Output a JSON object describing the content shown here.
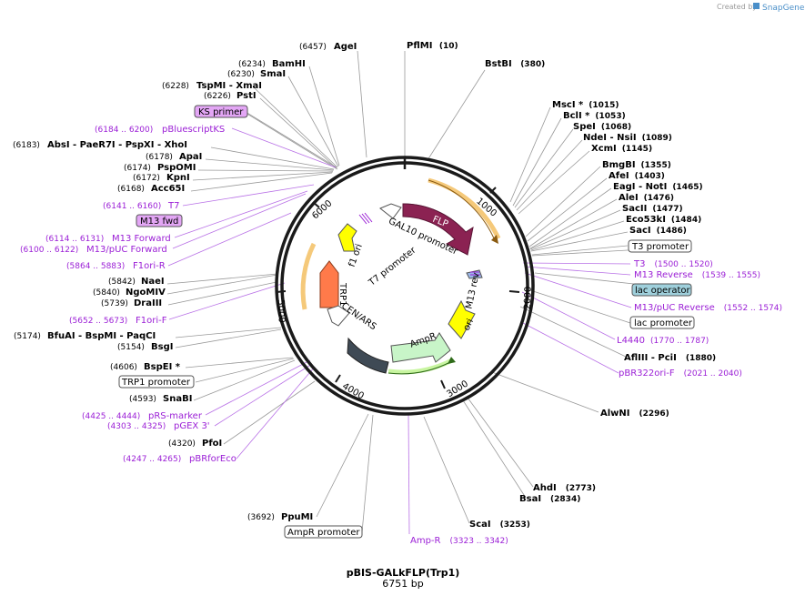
{
  "credit": {
    "prefix": "Created by",
    "brand": "SnapGene"
  },
  "plasmid": {
    "name": "pBIS-GALkFLP(Trp1)",
    "length_label": "6751 bp"
  },
  "ticks": [
    "1000",
    "2000",
    "3000",
    "4000",
    "5000",
    "6000"
  ],
  "sites": [
    {
      "name": "PflMI",
      "pos": "(10)"
    },
    {
      "name": "AgeI",
      "pos": "(6457)"
    },
    {
      "name": "BstBI",
      "pos": "(380)"
    },
    {
      "name": "BamHI",
      "pos": "(6234)"
    },
    {
      "name": "SmaI",
      "pos": "(6230)"
    },
    {
      "name": "TspMI - XmaI",
      "pos": "(6228)"
    },
    {
      "name": "PstI",
      "pos": "(6226)"
    },
    {
      "name": "AbsI - PaeR7I - PspXI - XhoI",
      "pos": "(6183)"
    },
    {
      "name": "ApaI",
      "pos": "(6178)"
    },
    {
      "name": "PspOMI",
      "pos": "(6174)"
    },
    {
      "name": "KpnI",
      "pos": "(6172)"
    },
    {
      "name": "Acc65I",
      "pos": "(6168)"
    },
    {
      "name": "MscI *",
      "pos": "(1015)"
    },
    {
      "name": "BclI *",
      "pos": "(1053)"
    },
    {
      "name": "SpeI",
      "pos": "(1068)"
    },
    {
      "name": "NdeI - NsiI",
      "pos": "(1089)"
    },
    {
      "name": "XcmI",
      "pos": "(1145)"
    },
    {
      "name": "BmgBI",
      "pos": "(1355)"
    },
    {
      "name": "AfeI",
      "pos": "(1403)"
    },
    {
      "name": "EagI - NotI",
      "pos": "(1465)"
    },
    {
      "name": "AleI",
      "pos": "(1476)"
    },
    {
      "name": "SacII",
      "pos": "(1477)"
    },
    {
      "name": "Eco53kI",
      "pos": "(1484)"
    },
    {
      "name": "SacI",
      "pos": "(1486)"
    },
    {
      "name": "NaeI",
      "pos": "(5842)"
    },
    {
      "name": "NgoMIV",
      "pos": "(5840)"
    },
    {
      "name": "DraIII",
      "pos": "(5739)"
    },
    {
      "name": "BfuAI - BspMI - PaqCI",
      "pos": "(5174)"
    },
    {
      "name": "BsgI",
      "pos": "(5154)"
    },
    {
      "name": "BspEI *",
      "pos": "(4606)"
    },
    {
      "name": "SnaBI",
      "pos": "(4593)"
    },
    {
      "name": "PfoI",
      "pos": "(4320)"
    },
    {
      "name": "AflIII - PciI",
      "pos": "(1880)"
    },
    {
      "name": "AlwNI",
      "pos": "(2296)"
    },
    {
      "name": "AhdI",
      "pos": "(2773)"
    },
    {
      "name": "BsaI",
      "pos": "(2834)"
    },
    {
      "name": "ScaI",
      "pos": "(3253)"
    },
    {
      "name": "PpuMI",
      "pos": "(3692)"
    }
  ],
  "primers": [
    {
      "name": "pBluescriptKS",
      "range": "(6184 .. 6200)"
    },
    {
      "name": "T7",
      "range": "(6141 .. 6160)"
    },
    {
      "name": "M13 Forward",
      "range": "(6114 .. 6131)"
    },
    {
      "name": "M13/pUC Forward",
      "range": "(6100 .. 6122)"
    },
    {
      "name": "F1ori-R",
      "range": "(5864 .. 5883)"
    },
    {
      "name": "F1ori-F",
      "range": "(5652 .. 5673)"
    },
    {
      "name": "pRS-marker",
      "range": "(4425 .. 4444)"
    },
    {
      "name": "pGEX 3'",
      "range": "(4303 .. 4325)"
    },
    {
      "name": "pBRforEco",
      "range": "(4247 .. 4265)"
    },
    {
      "name": "T3",
      "range": "(1500 .. 1520)"
    },
    {
      "name": "M13 Reverse",
      "range": "(1539 .. 1555)"
    },
    {
      "name": "M13/pUC Reverse",
      "range": "(1552 .. 1574)"
    },
    {
      "name": "L4440",
      "range": "(1770 .. 1787)"
    },
    {
      "name": "pBR322ori-F",
      "range": "(2021 .. 2040)"
    },
    {
      "name": "Amp-R",
      "range": "(3323 .. 3342)"
    }
  ],
  "boxed": {
    "ks_primer": "KS primer",
    "m13_fwd": "M13 fwd",
    "t3_promoter": "T3 promoter",
    "lac_operator": "lac operator",
    "lac_promoter": "lac promoter",
    "trp1_promoter": "TRP1 promoter",
    "ampr_promoter": "AmpR promoter"
  },
  "features": {
    "flp": "FLP",
    "gal10": "GAL10 promoter",
    "f1ori": "f1 ori",
    "t7": "T7 promoter",
    "trp1": "TRP1",
    "cen": "CEN/ARS",
    "ampr": "AmpR",
    "ori": "ori",
    "m13rev": "M13 rev"
  },
  "colors": {
    "primer": "#9b1fd6",
    "flp": "#8b2252",
    "trp1": "#ff7a4a",
    "f1ori": "#ffff00",
    "ori": "#ffff00",
    "ampr": "#c8f5c8",
    "cen": "#3f4a55",
    "lac_operator": "#9fd0dc",
    "boxed_primer": "#e3a6f5",
    "orf_band": "#f5c97a"
  }
}
